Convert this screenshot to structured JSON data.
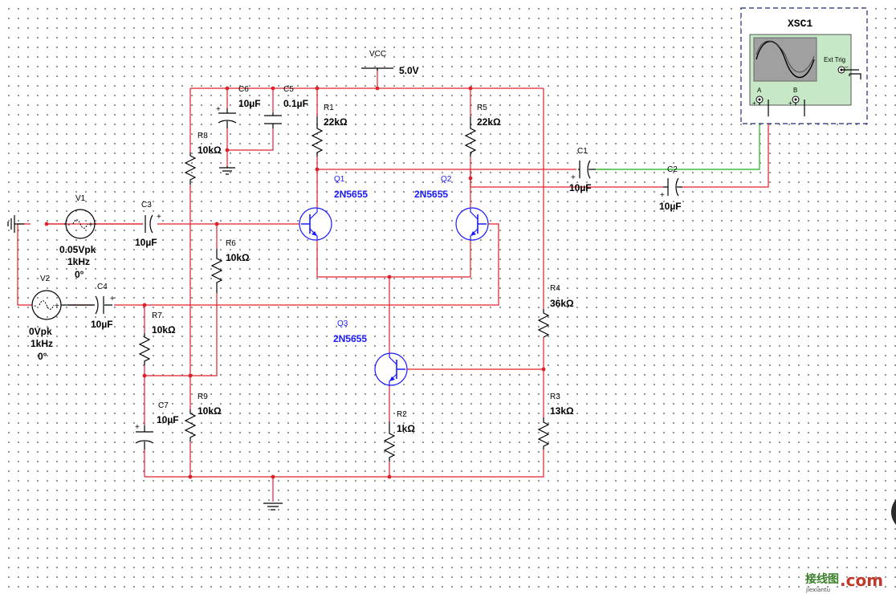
{
  "colors": {
    "wire": "#e0202a",
    "probe": "#3fbf3f",
    "transistor": "#1a1aff",
    "scope_bg": "#c7e8c7",
    "scope_screen": "#a0a0a0"
  },
  "vcc": {
    "name": "VCC",
    "value": "5.0V"
  },
  "sources": [
    {
      "name": "V1",
      "amp": "0.05Vpk",
      "freq": "1kHz",
      "phase": "0°"
    },
    {
      "name": "V2",
      "amp": "0Vpk",
      "freq": "1kHz",
      "phase": "0°"
    }
  ],
  "capacitors": [
    {
      "name": "C1",
      "value": "10µF"
    },
    {
      "name": "C2",
      "value": "10µF"
    },
    {
      "name": "C3",
      "value": "10µF"
    },
    {
      "name": "C4",
      "value": "10µF"
    },
    {
      "name": "C5",
      "value": "0.1µF"
    },
    {
      "name": "C6",
      "value": "10µF"
    },
    {
      "name": "C7",
      "value": "10µF"
    }
  ],
  "resistors": [
    {
      "name": "R1",
      "value": "22kΩ"
    },
    {
      "name": "R2",
      "value": "1kΩ"
    },
    {
      "name": "R3",
      "value": "13kΩ"
    },
    {
      "name": "R4",
      "value": "36kΩ"
    },
    {
      "name": "R5",
      "value": "22kΩ"
    },
    {
      "name": "R6",
      "value": "10kΩ"
    },
    {
      "name": "R7",
      "value": "10kΩ"
    },
    {
      "name": "R8",
      "value": "10kΩ"
    },
    {
      "name": "R9",
      "value": "10kΩ"
    }
  ],
  "transistors": [
    {
      "name": "Q1",
      "model": "2N5655"
    },
    {
      "name": "Q2",
      "model": "2N5655"
    },
    {
      "name": "Q3",
      "model": "2N5655"
    }
  ],
  "scope": {
    "name": "XSC1",
    "ext_trig": "Ext Trig",
    "ch_a": "A",
    "ch_b": "B",
    "plus": "+",
    "minus": "_"
  },
  "watermark": {
    "cn": "接线图",
    "dot_com": ".com",
    "pinyin": "jiexiantu"
  }
}
